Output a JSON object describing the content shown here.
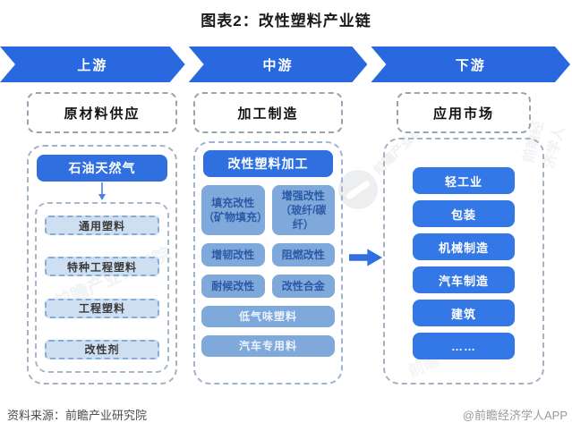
{
  "title": "图表2：改性塑料产业链",
  "stages": [
    "上游",
    "中游",
    "下游"
  ],
  "upstream": {
    "header": "原材料供应",
    "source": "石油天然气",
    "materials": [
      "通用塑料",
      "特种工程塑料",
      "工程塑料",
      "改性剂"
    ]
  },
  "midstream": {
    "header": "加工制造",
    "process": "改性塑料加工",
    "methods": [
      "填充改性\n（矿物填充）",
      "增强改性\n（玻纤/碳纤）",
      "增韧改性",
      "阻燃改性",
      "耐候改性",
      "改性合金"
    ],
    "products": [
      "低气味塑料",
      "汽车专用料"
    ]
  },
  "downstream": {
    "header": "应用市场",
    "markets": [
      "轻工业",
      "包装",
      "机械制造",
      "汽车制造",
      "建筑",
      "……"
    ]
  },
  "footer": {
    "source": "资料来源：前瞻产业研究院",
    "credit": "@前瞻经济学人APP"
  },
  "watermarks": {
    "brand": "前瞻产业研究院",
    "brand_short": "前瞻",
    "app": "前瞻经济学人"
  },
  "colors": {
    "chevron_blue": "#2A68DF",
    "solid_blue": "#2F6FE0",
    "box_blue": "#3478E8",
    "medium_blue": "#7FA9DB",
    "light_blue_fill": "#CEDFF2",
    "light_blue_border": "#86ACDB",
    "dashed_border": "#A6B2C0"
  }
}
